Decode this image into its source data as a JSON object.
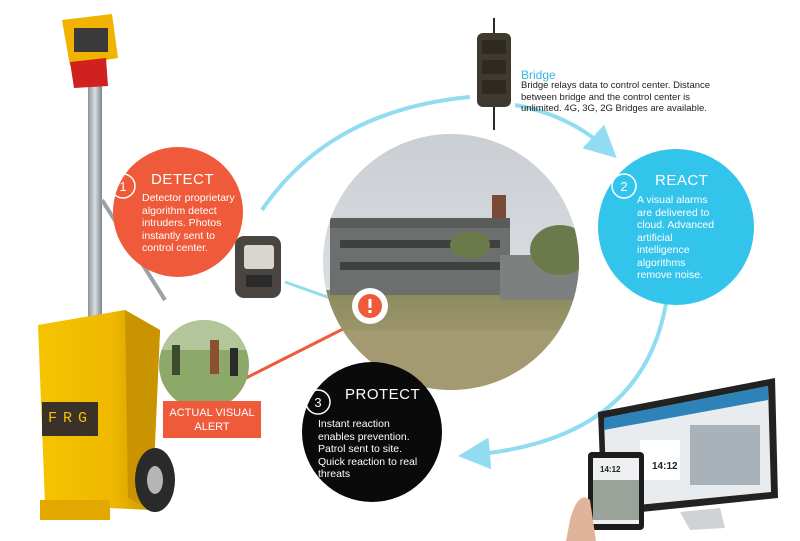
{
  "colors": {
    "detect": "#ef5a3a",
    "react": "#33c4ec",
    "protect": "#0a0a0a",
    "arc": "#92dcf2",
    "bridge_title": "#3ab6e0"
  },
  "icons": {
    "detector": "motion-detector-camera-icon",
    "alert": "exclamation-alert-icon",
    "bridge": "bridge-device-icon"
  },
  "bridge": {
    "title": "Bridge",
    "description": "Bridge relays data to control center. Distance between bridge and the control center is unlimited. 4G, 3G, 2G Bridges are available."
  },
  "detect": {
    "number": "1",
    "title": "DETECT",
    "description": "Detector proprietary algorithm detect intruders. Photos instantly sent to control center."
  },
  "react": {
    "number": "2",
    "title": "REACT",
    "description": "A visual alarms are delivered to cloud. Advanced artificial intelligence algorithms remove noise."
  },
  "protect": {
    "number": "3",
    "title": "PROTECT",
    "description": "Instant reaction enables prevention.  Patrol sent to site. Quick reaction to real threats"
  },
  "alert": {
    "label": "ACTUAL VISUAL ALERT"
  },
  "tower": {
    "brand": "FRG"
  },
  "screens": {
    "monitor_time": "14:12",
    "tablet_time": "14:12"
  }
}
